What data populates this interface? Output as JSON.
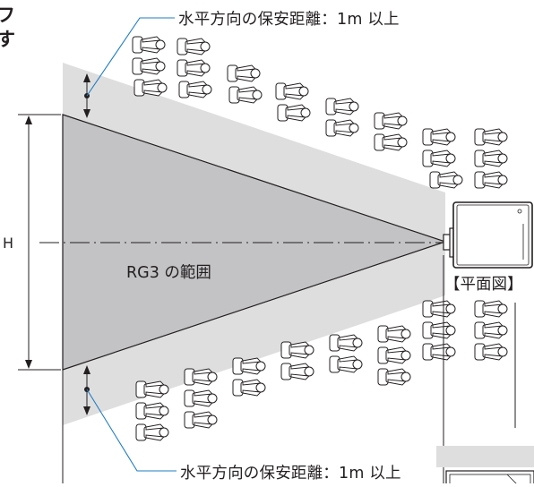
{
  "fragment_left": "フ\nす",
  "callout_top": "水平方向の保安距離：1m 以上",
  "callout_bottom": "水平方向の保安距離：1m 以上",
  "height_label": "H",
  "rg3_zone_label": "RG3 の範囲",
  "view_label": "【平面図】",
  "colors": {
    "safety_zone": "#dededf",
    "rg3_zone": "#c3c3c5",
    "leader": "#1f7cc1",
    "line": "#231f20"
  },
  "icons": [
    "person-seated-icon",
    "projector-icon",
    "arrow-double-vertical-icon"
  ]
}
